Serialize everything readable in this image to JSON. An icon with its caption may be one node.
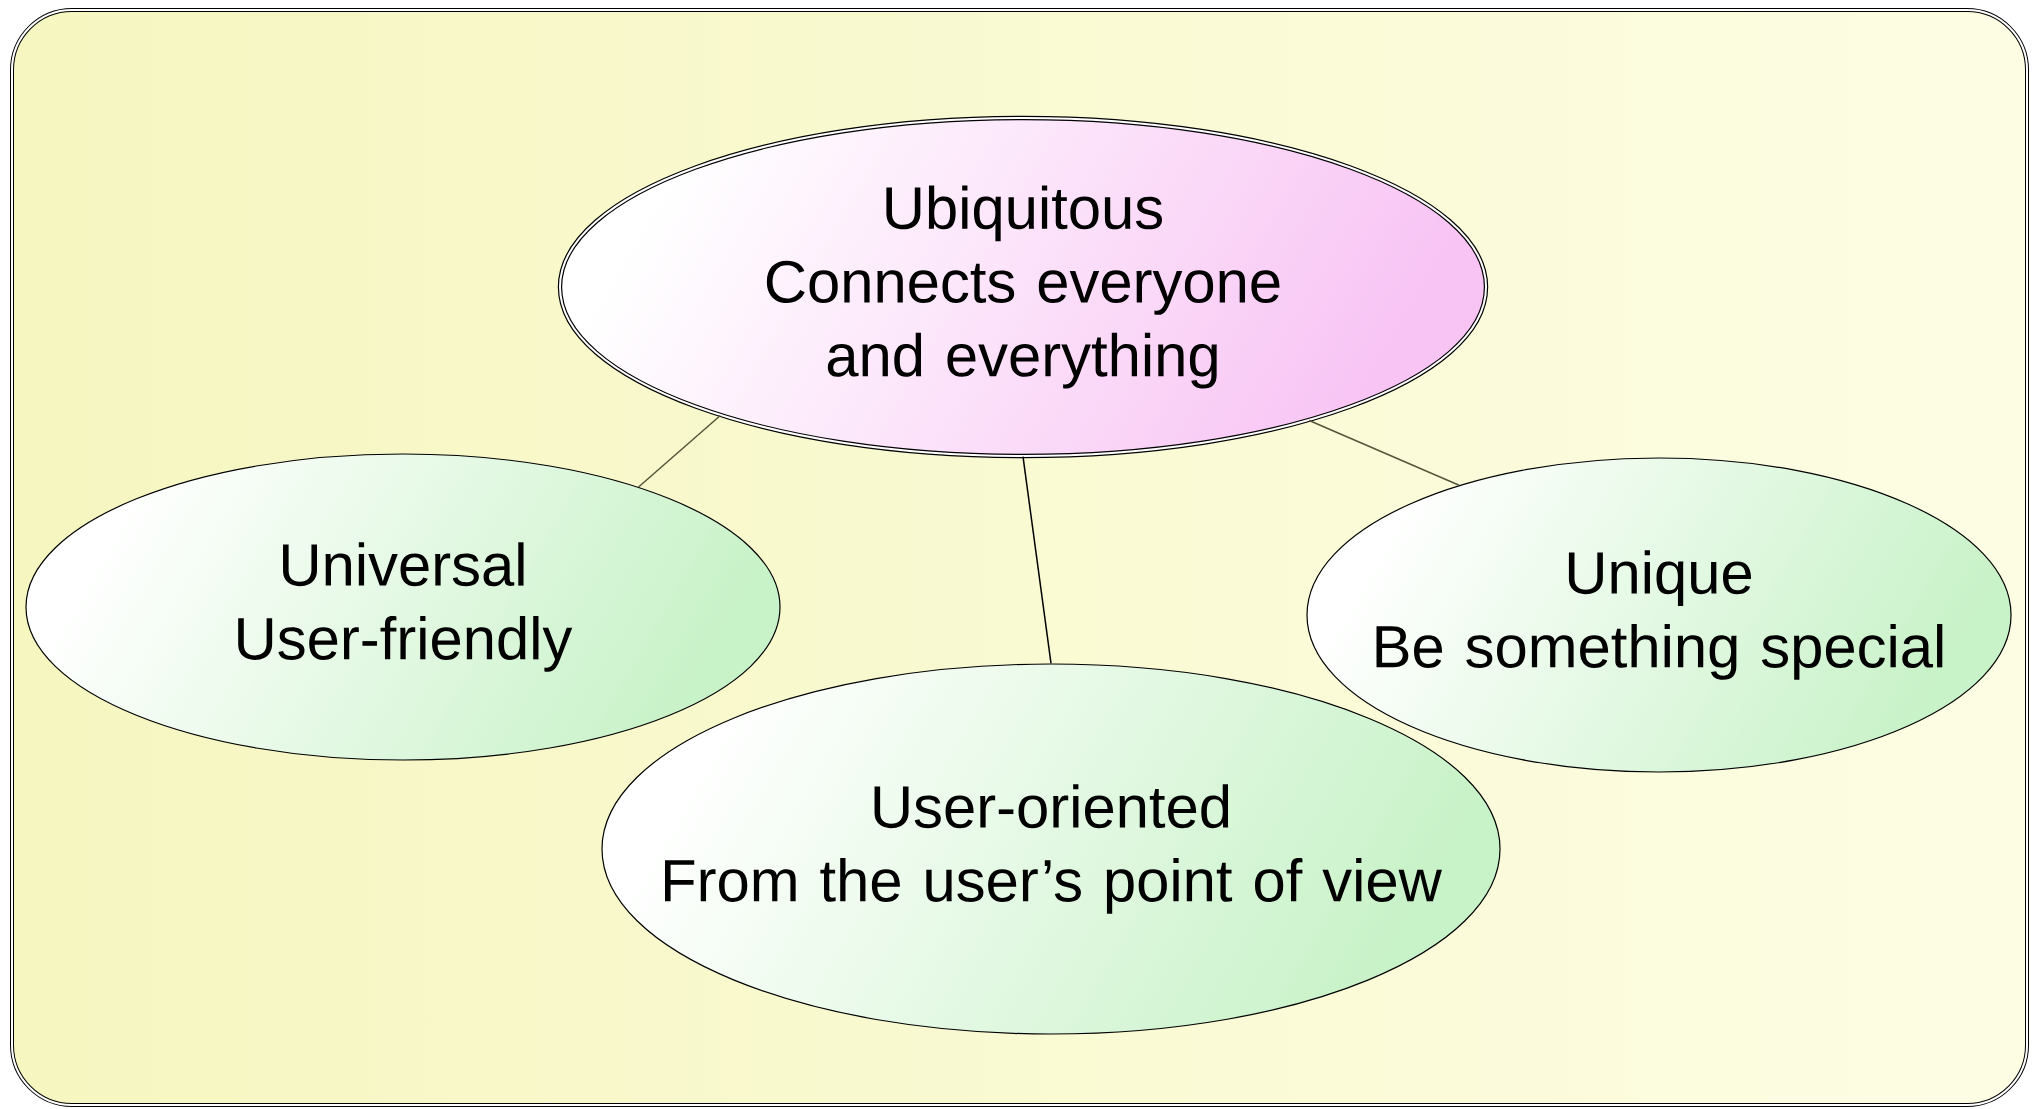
{
  "diagram": {
    "nodes": [
      {
        "text": [
          "Ubiquitous",
          "Connects everyone and everything"
        ]
      },
      {
        "text": [
          "Universal",
          "User-friendly"
        ]
      },
      {
        "text": [
          "User-oriented",
          "From the user’s point of view"
        ]
      },
      {
        "text": [
          "Unique",
          "Be something special"
        ]
      }
    ],
    "edges": [
      {
        "from": 0,
        "to": 1,
        "arrow": "none"
      },
      {
        "from": 0,
        "to": 2,
        "arrow": "none",
        "color": "#000000"
      },
      {
        "from": 0,
        "to": 3,
        "arrow": "none"
      }
    ]
  }
}
